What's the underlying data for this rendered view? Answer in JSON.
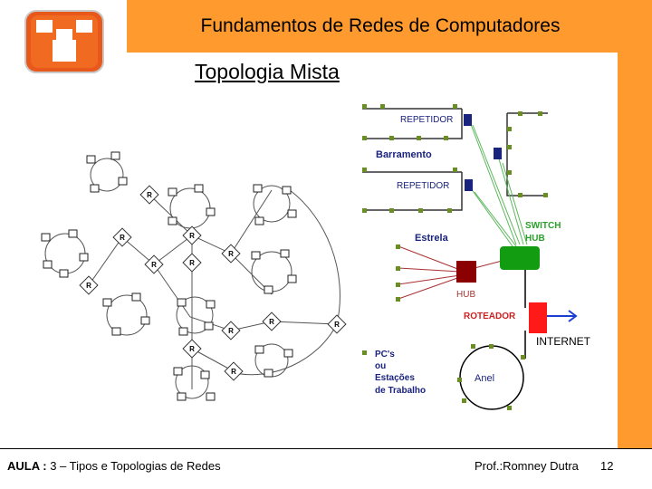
{
  "header": {
    "title": "Fundamentos de Redes de Computadores",
    "accent_color": "#ff9a2e",
    "logo_icon": "building-blocks-logo-icon"
  },
  "slide": {
    "subtitle": "Topologia Mista"
  },
  "diagram": {
    "labels": {
      "repetidor_1": "REPETIDOR",
      "barramento": "Barramento",
      "repetidor_2": "REPETIDOR",
      "estrela": "Estrela",
      "switch": "SWITCH",
      "hub_big": "HUB",
      "hub": "HUB",
      "roteador": "ROTEADOR",
      "internet": "INTERNET",
      "pcs_1": "PC's",
      "pcs_2": "ou",
      "pcs_3": "Estações",
      "pcs_4": "de Trabalho",
      "anel": "Anel"
    },
    "router_mark": "R",
    "colors": {
      "node": "#6b8e23",
      "hub": "#8b0000",
      "switch": "#129c12",
      "router": "#ff1a1a",
      "repeater": "#1a237e",
      "arrow": "#1a3fd0"
    }
  },
  "footer": {
    "course_label": "AULA :",
    "course_text": "3 – Tipos e Topologias de Redes",
    "professor": "Prof.:Romney Dutra",
    "page_number": "12"
  }
}
